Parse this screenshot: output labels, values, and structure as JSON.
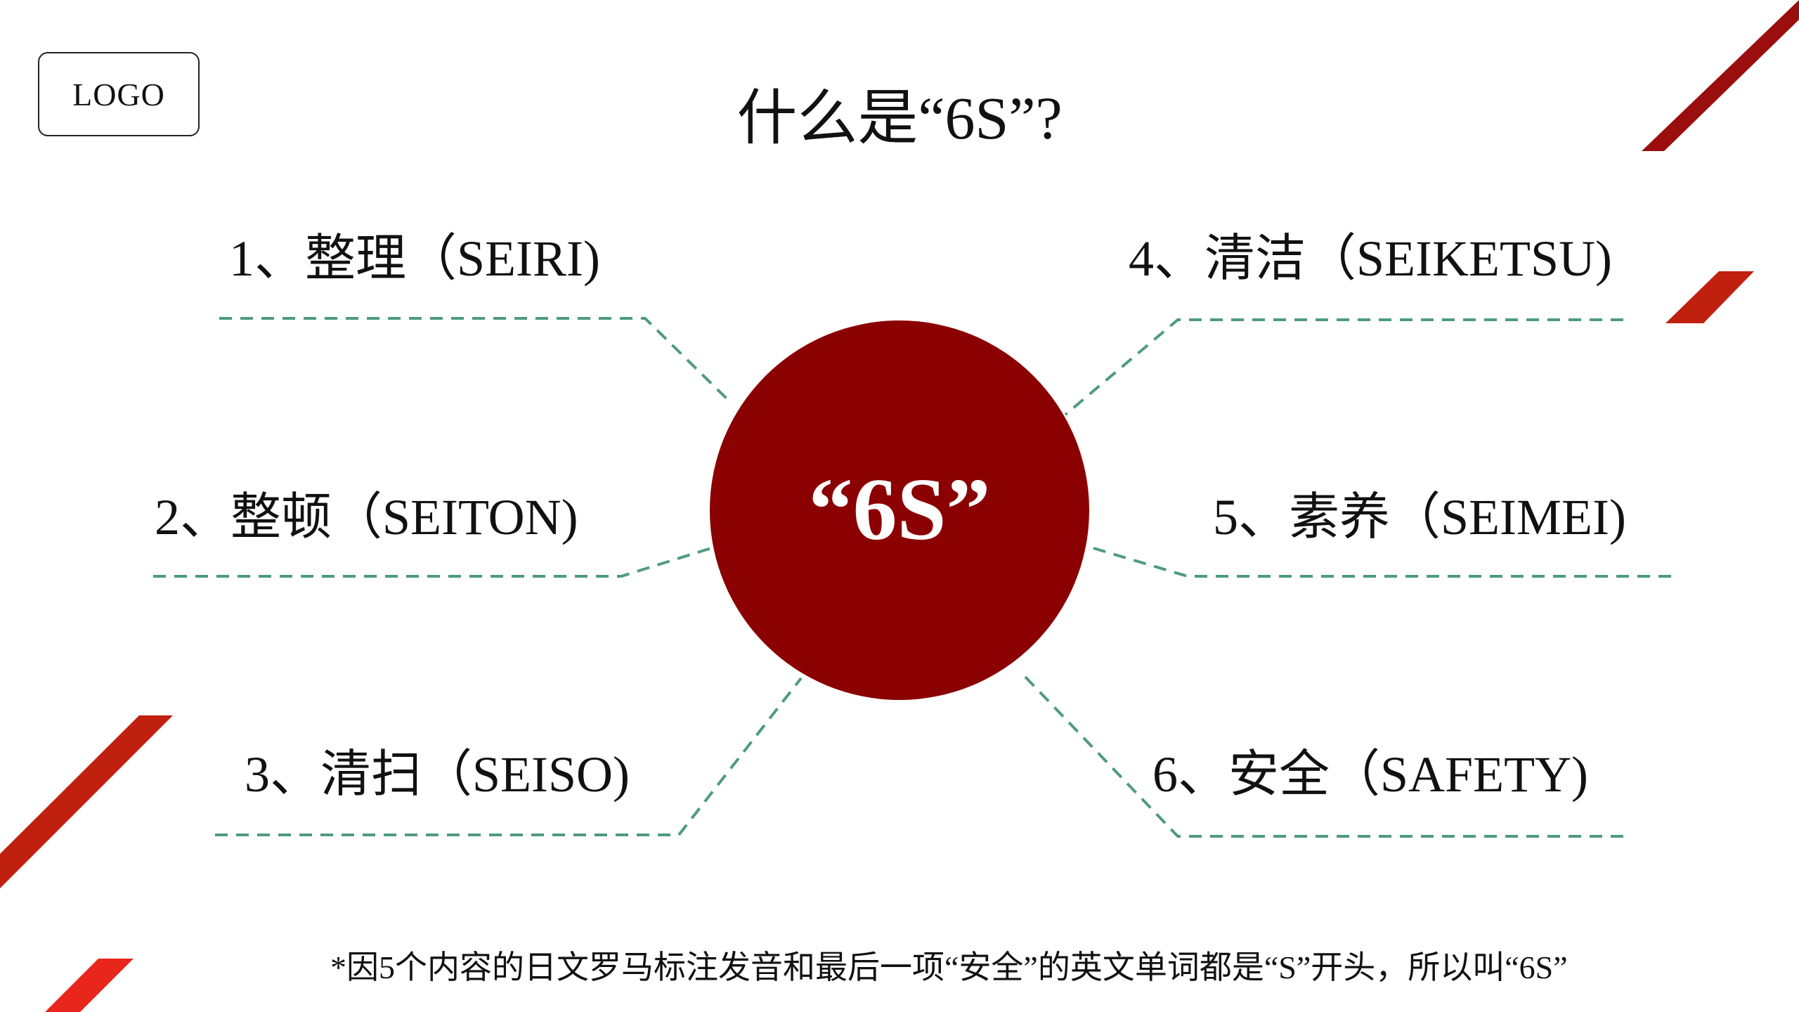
{
  "logo": {
    "text": "LOGO"
  },
  "title": "什么是“6S”?",
  "center": {
    "label": "“6S”",
    "color": "#8B0000"
  },
  "items": [
    {
      "label": "1、整理（SEIRI)"
    },
    {
      "label": "2、整顿（SEITON)"
    },
    {
      "label": "3、清扫（SEISO)"
    },
    {
      "label": "4、清洁（SEIKETSU)"
    },
    {
      "label": "5、素养（SEIMEI)"
    },
    {
      "label": "6、安全（SAFETY)"
    }
  ],
  "footnote": "*因5个内容的日文罗马标注发音和最后一项“安全”的英文单词都是“S”开头，所以叫“6S”",
  "colors": {
    "connector": "#4E9A82",
    "accent_dark": "#9B0E0E",
    "accent_red": "#C0200E",
    "accent_bright": "#E8261C"
  }
}
